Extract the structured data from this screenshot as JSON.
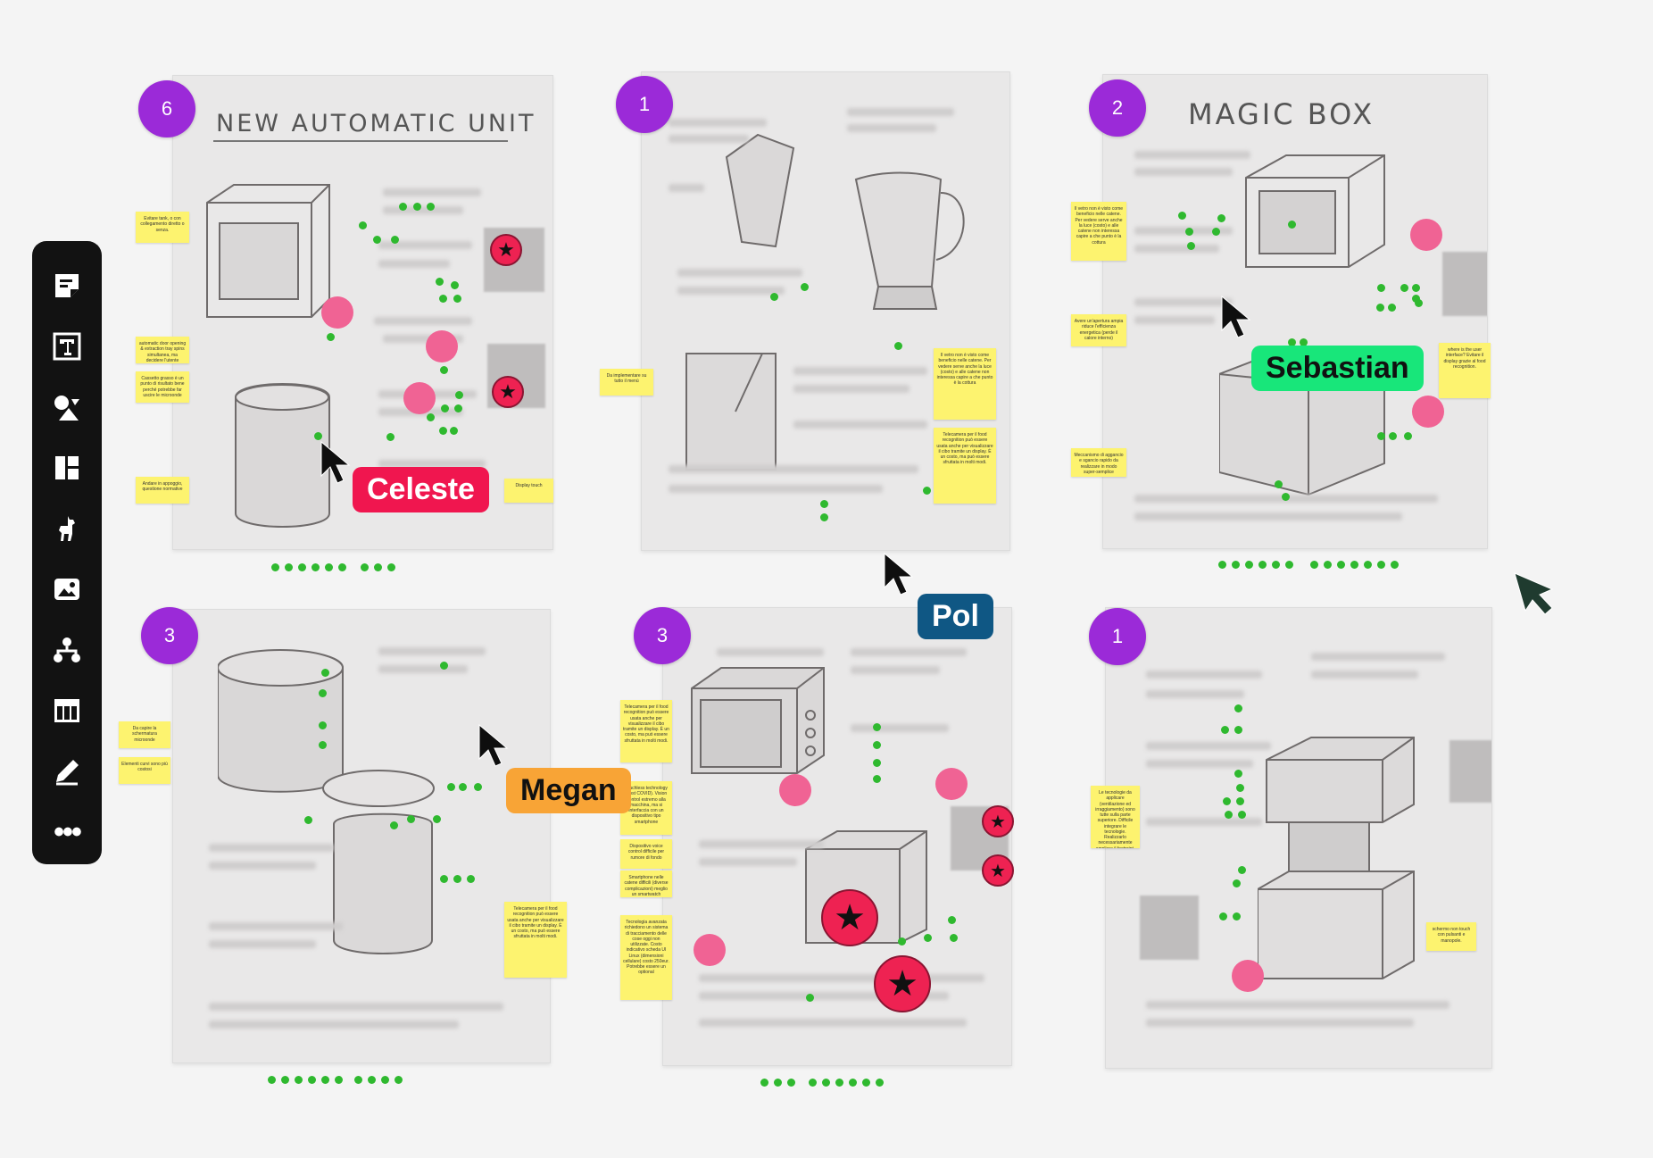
{
  "toolbar": {
    "tools": [
      {
        "name": "sticky-note-tool",
        "icon": "sticky-note-icon"
      },
      {
        "name": "text-tool",
        "icon": "text-icon"
      },
      {
        "name": "shapes-tool",
        "icon": "shapes-icon"
      },
      {
        "name": "templates-tool",
        "icon": "templates-icon"
      },
      {
        "name": "llama-tool",
        "icon": "llama-icon"
      },
      {
        "name": "image-tool",
        "icon": "image-icon"
      },
      {
        "name": "diagram-tool",
        "icon": "diagram-icon"
      },
      {
        "name": "table-tool",
        "icon": "table-icon"
      },
      {
        "name": "pen-tool",
        "icon": "pen-icon"
      },
      {
        "name": "more-tool",
        "icon": "more-icon",
        "label": "•••"
      }
    ]
  },
  "sketches": [
    {
      "title": "NEW AUTOMATIC UNIT",
      "votes": "6"
    },
    {
      "title": "",
      "votes": "1"
    },
    {
      "title": "MAGIC BOX",
      "votes": "2"
    },
    {
      "title": "",
      "votes": "3"
    },
    {
      "title": "",
      "votes": "3"
    },
    {
      "title": "",
      "votes": "1"
    }
  ],
  "stickies": {
    "s1": "Evitare tank, o con collegamento diretto o senza.",
    "s2": "automatic door opening & extraction tray spins simultanea, ma decidere l'utente",
    "s3": "Cassetto grasso è un punto di risultato bene perché potrebbe far uscire le microonde",
    "s4": "Andare in appoggio, questione normative",
    "s5": "Display touch",
    "s6": "Da implementare su tutto il menù",
    "s7": "Il vetro non è visto come beneficio nelle catene. Per vedere serve anche la luce (costo) e alle catene non interessa capire a che punto è la cottura",
    "s8": "Telecamera per il food recognition può essere usata anche per visualizzare il cibo tramite un display. È un costo, ma può essere sfruttata in molti modi.",
    "s9": "Il vetro non è visto come beneficio nelle catene. Per vedere serve anche la luce (costo) e alle catene non interessa capire a che punto è la cottura",
    "s10": "Avere un'apertura ampia riduce l'efficienza energetica (perde il calore interno)",
    "s11": "Meccanismo di aggancio e sgancio rapido da realizzare in modo super-semplice",
    "s12": "where is the user interface? Evitare il display grazie al food recognition.",
    "s13": "Da capire la schermatura microonde",
    "s14": "Elementi curvi sono più costosi",
    "s15": "Telecamera per il food recognition può essere usata anche per visualizzare il cibo tramite un display. È un costo, ma può essere sfruttata in molti modi.",
    "s16": "Telecamera per il food recognition può essere usata anche per visualizzare il cibo tramite un display. È un costo, ma può essere sfruttata in molti modi.",
    "s17": "Touchless technology (post COVID). Vision control estremo alla macchina, ma si interfaccia con un dispositivo tipo smartphone",
    "s18": "Dispositivo voice control difficile per rumore di fondo",
    "s19": "Smartphone nelle catene difficili (diverse complicazioni) meglio un smartwatch",
    "s20": "Tecnologia avanzata richiedono un sistema di tracciamento delle cose oggi non utilizzate. Costo indicativo scheda UI Linux (dimensioni cellulare) costo 250eur. Potrebbe essere un optional",
    "s21": "Le tecnologie da applicare (ventilazione ed irraggiamento) sono tutte sulla parte superiore. Difficile integrare le tecnologie. Realizzarlo necessariamente ampliare il footprint.",
    "s22": "schermo non touch con pulsanti e manopole."
  },
  "cursors": {
    "celeste": "Celeste",
    "pol": "Pol",
    "sebastian": "Sebastian",
    "megan": "Megan"
  },
  "colors": {
    "celeste": "#f0164f",
    "pol": "#0f5784",
    "sebastian": "#18e67a",
    "megan": "#f8a436",
    "badge": "#9b2ad8",
    "sticky": "#fdf36f",
    "pink_dot": "#f06394",
    "green_dot": "#2fb92f"
  }
}
